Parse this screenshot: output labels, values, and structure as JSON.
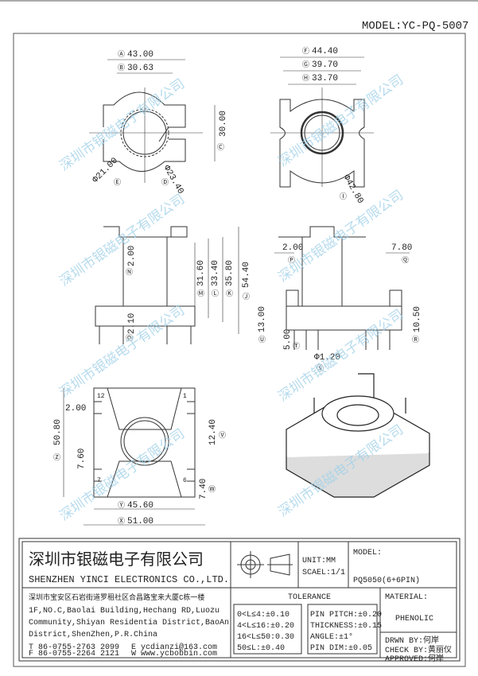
{
  "header": {
    "model": "MODEL:YC-PQ-5007"
  },
  "watermark": "深圳市银磁电子有限公司",
  "top_left": {
    "A": "43.00",
    "B": "30.63",
    "C": "30.00",
    "D": "Φ23.40",
    "E": "Φ21.00"
  },
  "top_right": {
    "F": "44.40",
    "G": "39.70",
    "H": "33.70",
    "I": "Φ42.80"
  },
  "mid_left": {
    "N": "2.00",
    "M": "31.60",
    "L": "33.40",
    "K": "35.80",
    "J": "54.40",
    "O": "2.10"
  },
  "mid_right": {
    "P": "2.00",
    "Q": "7.80",
    "U": "13.00",
    "T": "5.00",
    "S": "Φ1.20",
    "R": "10.50"
  },
  "bottom_left": {
    "pin12": "12",
    "pin1": "1",
    "pin7": "7",
    "pin6": "6",
    "w200": "2.00",
    "Z": "50.80",
    "h760": "7.60",
    "V": "12.40",
    "W": "7.40",
    "Y": "45.60",
    "X": "51.00"
  },
  "title_block": {
    "company_cn": "深圳市银磁电子有限公司",
    "company_en": "SHENZHEN YINCI ELECTRONICS CO.,LTD.",
    "unit": "UNIT:MM",
    "scale": "SCAEL:1/1",
    "model_label": "MODEL:",
    "model_value": "PQ5050(6+6PIN)",
    "address_cn": "深圳市宝安区石岩街道罗租社区合昌路宝来大厦C栋一楼",
    "address_en": [
      "1F,NO.C,Baolai Building,Hechang RD,Luozu",
      "Community,Shiyan Residentia District,BaoAn",
      "District,ShenZhen,P.R.China"
    ],
    "tel": "T 86-0755-2763 2099",
    "email": "E ycdianzi@163.com",
    "fax": "F 86-0755-2264 2121",
    "web": "W www.ycbobbin.com",
    "tolerance_title": "TOLERANCE",
    "tolerance_left": [
      "0<L≤4:±0.10",
      "4<L≤16:±0.20",
      "16<L≤50:0.30",
      "50≤L:±0.40"
    ],
    "tolerance_right": [
      "PIN PITCH:±0.20",
      "THICKNESS:±0.15",
      "ANGLE:±1°",
      "PIN DIM:±0.05"
    ],
    "material_label": "MATERIAL:",
    "material_value": "PHENOLIC",
    "drawn": "DRWN BY:何岸",
    "check": "CHECK BY:黄丽仪",
    "approved": "APPROVED:何岸"
  }
}
